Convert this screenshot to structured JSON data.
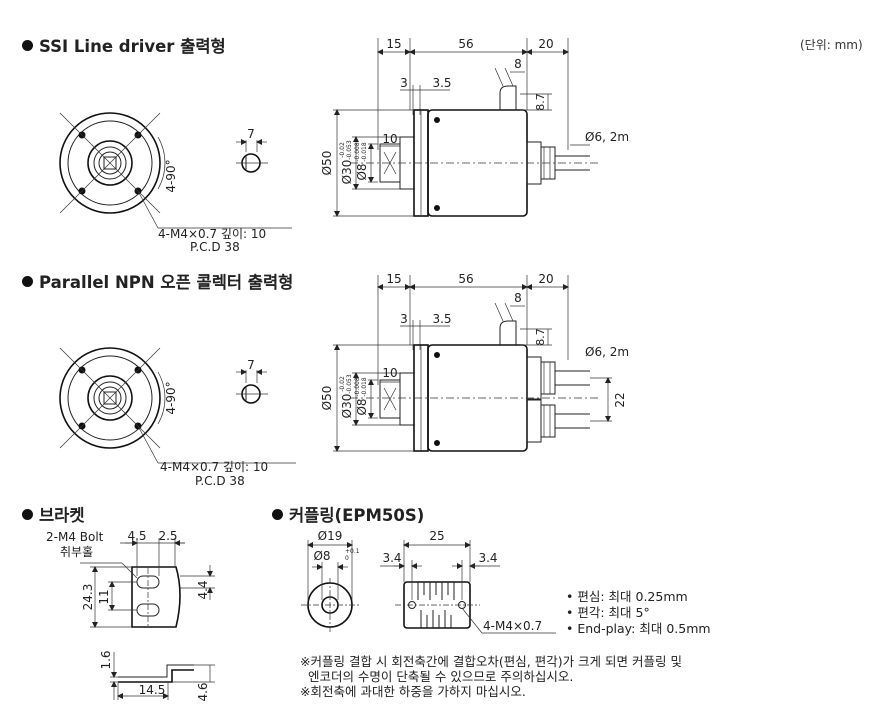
{
  "unit_label": "(단위: mm)",
  "ssi": {
    "title": "SSI Line driver 출력형",
    "dim_15": "15",
    "dim_56": "56",
    "dim_20": "20",
    "dim_8": "8",
    "dim_3": "3",
    "dim_3_5": "3.5",
    "dim_8_7": "8.7",
    "dim_10": "10",
    "dim_7": "7",
    "dia_50": "Ø50",
    "dia_30": "Ø30",
    "dia_30_tol_top": "-0.02",
    "dia_30_tol_bot": "-0.053",
    "dia_8": "Ø8",
    "dia_8_tol_top": "-0.008",
    "dia_8_tol_bot": "-0.018",
    "cable": "Ø6, 2m",
    "angle": "4-90°",
    "holes": "4-M4×0.7 깊이: 10",
    "pcd": "P.C.D 38"
  },
  "parallel": {
    "title": "Parallel NPN 오픈 콜렉터 출력형",
    "dim_15": "15",
    "dim_56": "56",
    "dim_20": "20",
    "dim_8": "8",
    "dim_3": "3",
    "dim_3_5": "3.5",
    "dim_8_7": "8.7",
    "dim_10": "10",
    "dim_7": "7",
    "dim_22": "22",
    "dia_50": "Ø50",
    "dia_30": "Ø30",
    "dia_30_tol_top": "-0.02",
    "dia_30_tol_bot": "-0.053",
    "dia_8": "Ø8",
    "dia_8_tol_top": "-0.008",
    "dia_8_tol_bot": "-0.018",
    "cable": "Ø6, 2m",
    "angle": "4-90°",
    "holes": "4-M4×0.7 깊이: 10",
    "pcd": "P.C.D 38"
  },
  "bracket": {
    "title": "브라켓",
    "bolt": "2-M4 Bolt",
    "hole_label": "취부홀",
    "dim_4_5": "4.5",
    "dim_2_5": "2.5",
    "dim_24_3": "24.3",
    "dim_11": "11",
    "dim_4_4": "4.4",
    "dim_1_6": "1.6",
    "dim_14_5": "14.5",
    "dim_4_6": "4.6"
  },
  "coupling": {
    "title": "커플링(EPM50S)",
    "dia_19": "Ø19",
    "dia_8": "Ø8",
    "dia_8_tol_top": "+0.1",
    "dia_8_tol_bot": "0",
    "dim_25": "25",
    "dim_3_4_left": "3.4",
    "dim_3_4_right": "3.4",
    "holes": "4-M4×0.7",
    "specs": [
      "• 편심: 최대 0.25mm",
      "• 편각: 최대 5°",
      "• End-play: 최대 0.5mm"
    ],
    "notes": [
      "※커플링 결합 시 회전축간에 결합오차(편심, 편각)가 크게 되면 커플링 및",
      "  엔코더의 수명이 단축될 수 있으므로 주의하십시오.",
      "※회전축에 과대한 하중을 가하지 마십시오."
    ]
  }
}
